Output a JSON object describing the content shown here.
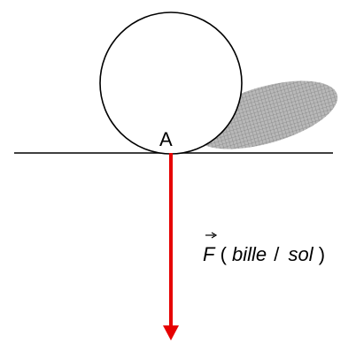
{
  "diagram": {
    "point_label": "A",
    "force": {
      "symbol": "F",
      "open_paren": "(",
      "subject": "bille",
      "separator": "/",
      "object": "sol",
      "close_paren": ")"
    },
    "colors": {
      "force_arrow": "#e60000",
      "outline": "#000000",
      "shadow_fill": "#a9a9a9",
      "shadow_grid": "#777777",
      "background": "#ffffff"
    }
  }
}
